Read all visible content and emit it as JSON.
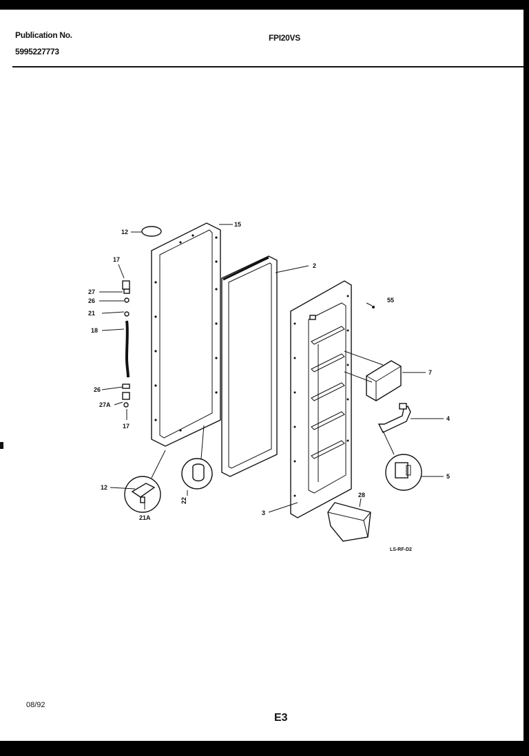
{
  "header": {
    "publication_label": "Publication No.",
    "publication_number": "5995227773",
    "model": "FPI20VS"
  },
  "footer": {
    "date": "08/92",
    "page": "E3"
  },
  "diagram": {
    "drawing_code": "LS-RF-D2",
    "callouts": {
      "c12a": "12",
      "c15": "15",
      "c17a": "17",
      "c27": "27",
      "c26a": "26",
      "c21": "21",
      "c18": "18",
      "c26b": "26",
      "c27a": "27A",
      "c17b": "17",
      "c2": "2",
      "c55": "55",
      "c7": "7",
      "c4": "4",
      "c5": "5",
      "c28": "28",
      "c3": "3",
      "c12b": "12",
      "c22": "22",
      "c21a": "21A"
    }
  }
}
